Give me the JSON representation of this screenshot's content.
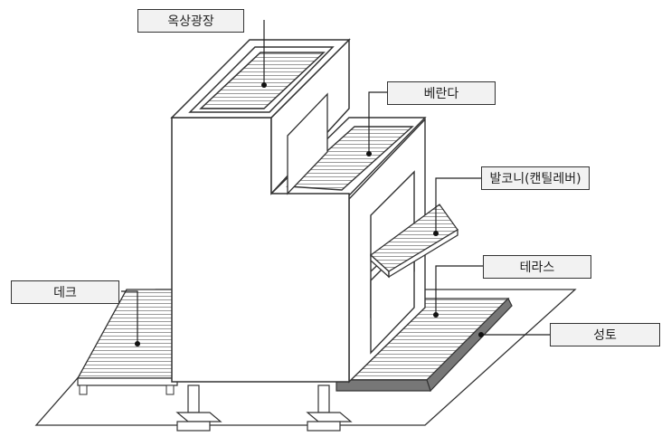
{
  "labels": {
    "rooftop": "옥상광장",
    "veranda": "베란다",
    "balcony": "발코니(캔틸레버)",
    "terrace": "테라스",
    "deck": "데크",
    "fill": "성토"
  },
  "colors": {
    "stroke": "#333333",
    "hatch": "#9a9a9a",
    "fill_slab": "#777777",
    "label_bg": "#f2f2f2"
  }
}
